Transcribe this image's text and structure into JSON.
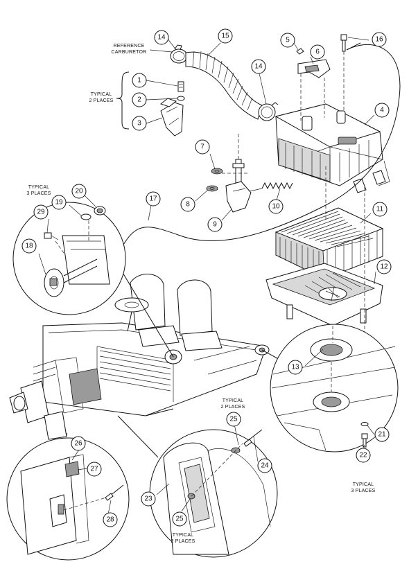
{
  "callouts": {
    "c1": "1",
    "c2": "2",
    "c3": "3",
    "c4": "4",
    "c5": "5",
    "c6": "6",
    "c7": "7",
    "c8": "8",
    "c9": "9",
    "c10": "10",
    "c11": "11",
    "c12": "12",
    "c13": "13",
    "c14a": "14",
    "c14b": "14",
    "c15": "15",
    "c16": "16",
    "c17": "17",
    "c18": "18",
    "c19": "19",
    "c20": "20",
    "c21": "21",
    "c22": "22",
    "c23": "23",
    "c24": "24",
    "c25a": "25",
    "c25b": "25",
    "c26": "26",
    "c27": "27",
    "c28": "28",
    "c29": "29"
  },
  "notes": {
    "reference_line1": "REFERENCE",
    "reference_line2": "CARBURETOR",
    "typical2_top_line1": "TYPICAL",
    "typical2_top_line2": "2 PLACES",
    "typical3_left_line1": "TYPICAL",
    "typical3_left_line2": "3 PLACES",
    "typical2_mid_line1": "TYPICAL",
    "typical2_mid_line2": "2 PLACES",
    "typical3_right_line1": "TYPICAL",
    "typical3_right_line2": "3 PLACES",
    "typical2_bottom_line1": "TYPICAL",
    "typical2_bottom_line2": "2 PLACES"
  }
}
